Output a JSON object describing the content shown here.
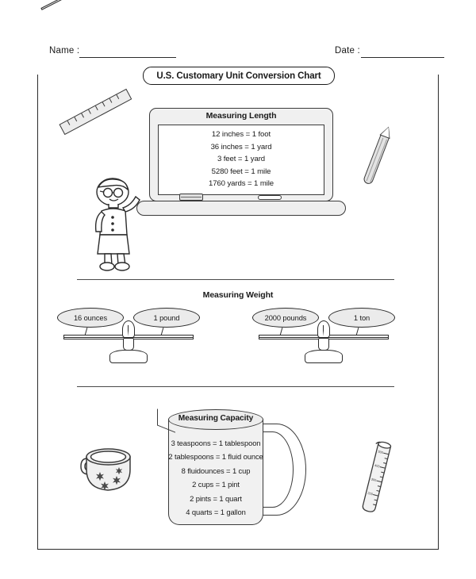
{
  "header": {
    "name_label": "Name :",
    "date_label": "Date :"
  },
  "title": "U.S. Customary Unit Conversion Chart",
  "sections": {
    "length": {
      "heading": "Measuring Length",
      "rows": [
        "12 inches = 1 foot",
        "36 inches = 1 yard",
        "3 feet = 1 yard",
        "5280 feet = 1 mile",
        "1760 yards = 1 mile"
      ]
    },
    "weight": {
      "heading": "Measuring Weight",
      "scales": [
        {
          "left": "16 ounces",
          "right": "1 pound"
        },
        {
          "left": "2000 pounds",
          "right": "1 ton"
        }
      ]
    },
    "capacity": {
      "heading": "Measuring Capacity",
      "rows": [
        "3 teaspoons = 1 tablespoon",
        "2 tablespoons = 1 fluid ounce",
        "8 fluidounces = 1 cup",
        "2 cups = 1 pint",
        "2 pints = 1 quart",
        "4 quarts = 1 gallon"
      ]
    }
  },
  "decorations": [
    "ruler-icon",
    "pencil-icon",
    "teacher-figure-icon",
    "chalkboard-icon",
    "eraser-icon",
    "chalk-icon",
    "balance-scale-icon",
    "measuring-jug-icon",
    "teacup-icon",
    "graduated-cylinder-icon"
  ],
  "colors": {
    "ink": "#1a1a1a",
    "line": "#2b2b2b",
    "fill_light": "#f0f0f0",
    "fill_mid": "#ebebeb",
    "paper": "#ffffff"
  }
}
